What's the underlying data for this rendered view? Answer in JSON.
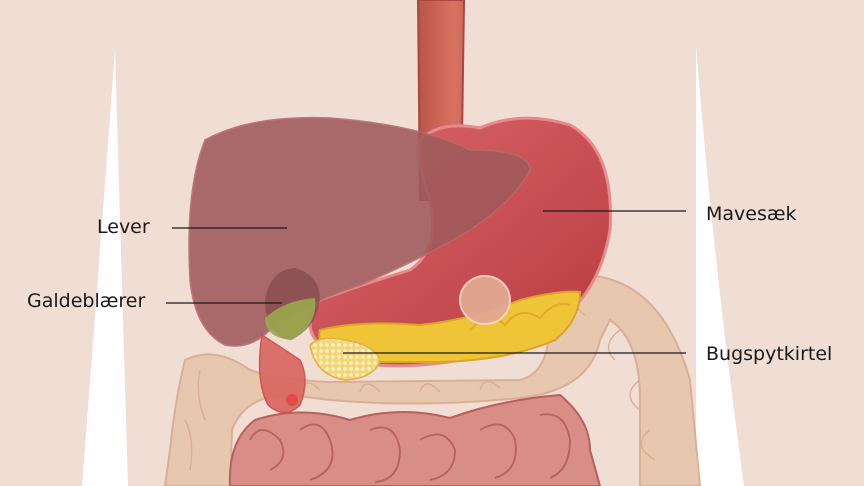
{
  "labels": {
    "liver": "Lever",
    "gallbladder": "Galdeblærer",
    "stomach": "Mavesæk",
    "pancreas": "Bugspytkirtel"
  },
  "colors": {
    "background": "#f0ddd4",
    "liver": "#a05a5c",
    "stomach": "#c9474a",
    "esophagus": "#c9604f",
    "gallbladder": "#9aa84c",
    "pancreas": "#f0c437",
    "intestine": "#e8c6ae",
    "small_intestine": "#d98d87"
  }
}
